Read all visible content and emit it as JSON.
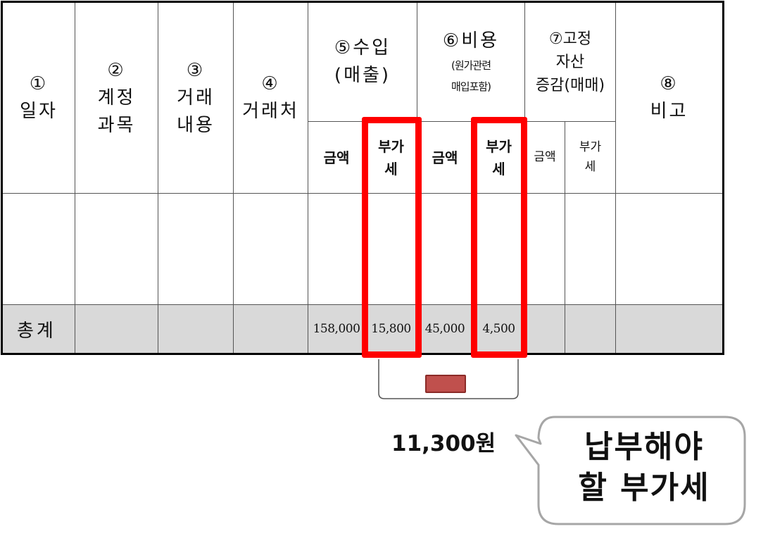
{
  "headers": {
    "date": {
      "num": "①",
      "label": "일자"
    },
    "account": {
      "num": "②",
      "line1": "계정",
      "line2": "과목"
    },
    "description": {
      "num": "③",
      "line1": "거래",
      "line2": "내용"
    },
    "counterparty": {
      "num": "④",
      "label": "거래처"
    },
    "revenue": {
      "title": "⑤수입",
      "subtitle": "(매출)",
      "amount": "금액",
      "vat_line1": "부가",
      "vat_line2": "세"
    },
    "expense": {
      "title": "⑥비용",
      "subtitle_line1": "(원가관련",
      "subtitle_line2": "매입포함)",
      "amount": "금액",
      "vat_line1": "부가",
      "vat_line2": "세"
    },
    "fixed_assets": {
      "title_line1": "⑦고정",
      "title_line2": "자산",
      "title_line3": "증감(매매)",
      "amount": "금액",
      "vat_line1": "부가",
      "vat_line2": "세"
    },
    "remarks": {
      "num": "⑧",
      "label": "비고"
    }
  },
  "totals": {
    "label": "총계",
    "revenue_amount": "158,000",
    "revenue_vat": "15,800",
    "expense_amount": "45,000",
    "expense_vat": "4,500",
    "fixed_amount": "",
    "fixed_vat": "",
    "remarks": ""
  },
  "annotation": {
    "result": "11,300원",
    "callout_line1": "납부해야",
    "callout_line2": "할 부가세"
  },
  "colors": {
    "highlight": "#ff0000",
    "marker": "#c0504d",
    "total_row_bg": "#d9d9d9"
  }
}
